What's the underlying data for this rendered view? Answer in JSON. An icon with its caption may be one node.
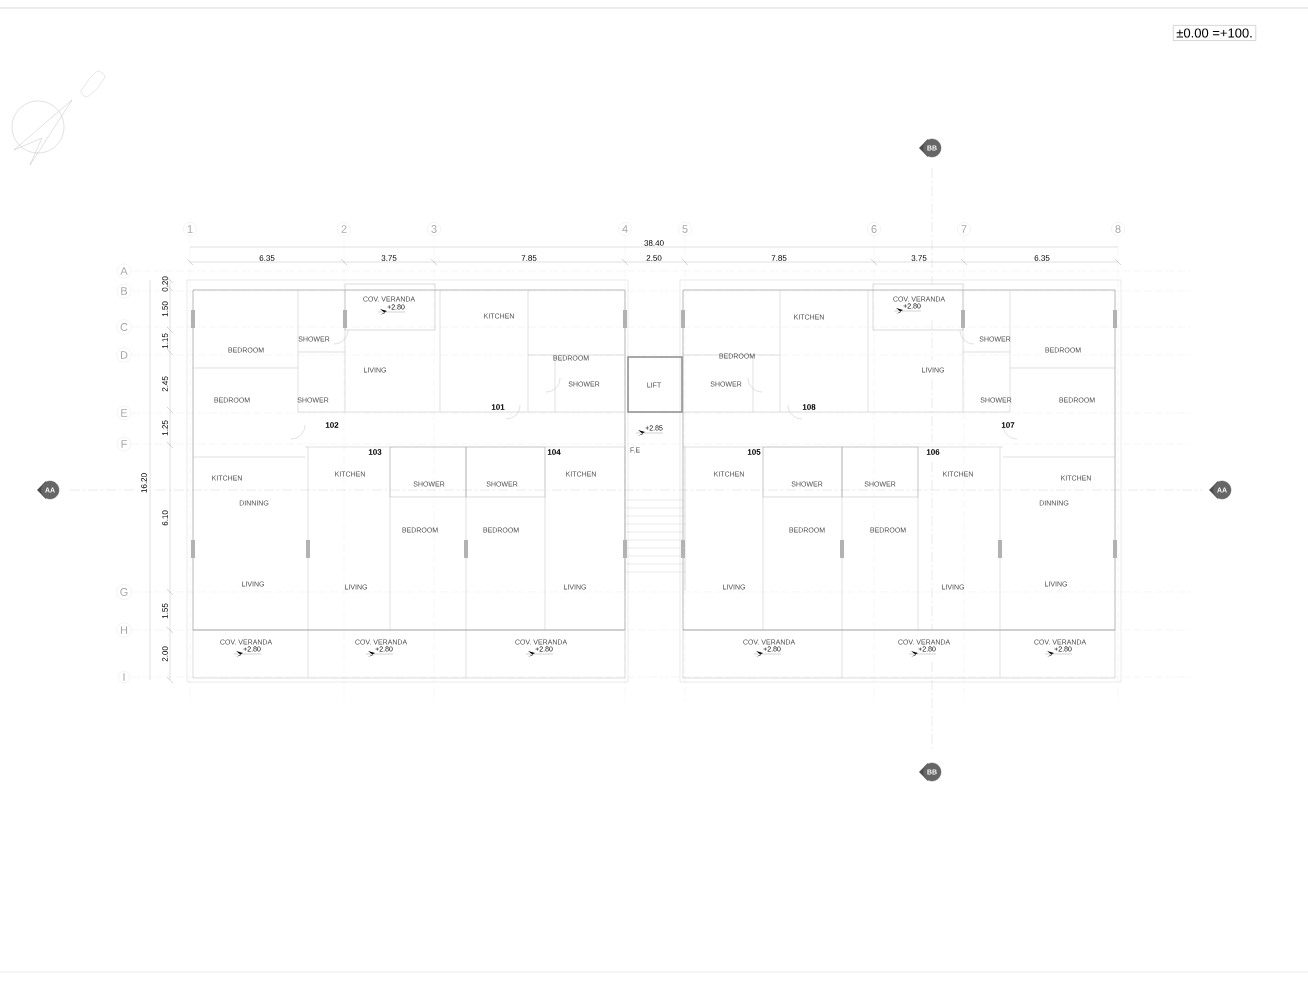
{
  "diagram": {
    "labels": [
      "±0.00 =+100.",
      "BB",
      "1",
      "2",
      "3",
      "4",
      "5",
      "6",
      "7",
      "8",
      "38.40",
      "6.35",
      "3.75",
      "7.85",
      "2.50",
      "7.85",
      "3.75",
      "6.35",
      "A",
      "B",
      "0.20",
      "COV. VERANDA",
      "COV. VERANDA",
      "+2.80",
      "+2.80",
      "1.50",
      "KITCHEN",
      "KITCHEN",
      "C",
      "SHOWER",
      "SHOWER",
      "1.15",
      "BEDROOM",
      "BEDROOM",
      "D",
      "BEDROOM",
      "BEDROOM",
      "LIVING",
      "LIVING",
      "2.45",
      "SHOWER",
      "LIFT",
      "SHOWER",
      "BEDROOM",
      "SHOWER",
      "SHOWER",
      "BEDROOM",
      "101",
      "108",
      "E",
      "102",
      "1.25",
      "+2.85",
      "107",
      "F",
      "103",
      "104",
      "F.E",
      "105",
      "106",
      "KITCHEN",
      "KITCHEN",
      "KITCHEN",
      "KITCHEN",
      "KITCHEN",
      "KITCHEN",
      "16.20",
      "AA",
      "AA",
      "SHOWER",
      "SHOWER",
      "SHOWER",
      "SHOWER",
      "DINNING",
      "DINNING",
      "6.10",
      "BEDROOM",
      "BEDROOM",
      "BEDROOM",
      "BEDROOM",
      "LIVING",
      "LIVING",
      "LIVING",
      "LIVING",
      "LIVING",
      "LIVING",
      "G",
      "1.55",
      "H",
      "COV. VERANDA",
      "COV. VERANDA",
      "COV. VERANDA",
      "COV. VERANDA",
      "COV. VERANDA",
      "COV. VERANDA",
      "+2.80",
      "+2.80",
      "+2.80",
      "+2.80",
      "+2.80",
      "+2.80",
      "2.00",
      "I",
      "BB"
    ]
  }
}
